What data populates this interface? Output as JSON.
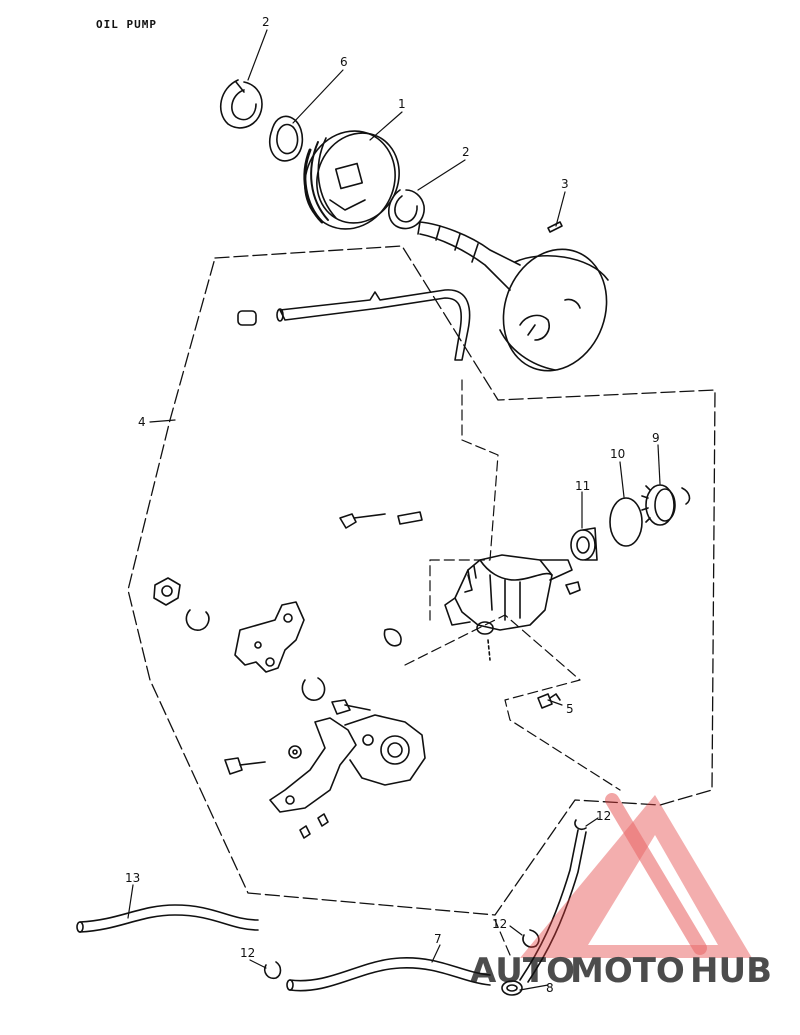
{
  "page": {
    "title": "OIL PUMP"
  },
  "callouts": {
    "c1": "1",
    "c2a": "2",
    "c2b": "2",
    "c3": "3",
    "c4": "4",
    "c5": "5",
    "c6": "6",
    "c7": "7",
    "c8": "8",
    "c9": "9",
    "c10": "10",
    "c11": "11",
    "c12a": "12",
    "c12b": "12",
    "c12c": "12",
    "c13": "13"
  },
  "watermark": {
    "text_auto": "AUTO",
    "text_moto": "MOTO",
    "text_hub": "HUB",
    "color_red": "#e23a3a",
    "color_orange": "#f2a33a",
    "color_gray": "#8a8a8a"
  }
}
